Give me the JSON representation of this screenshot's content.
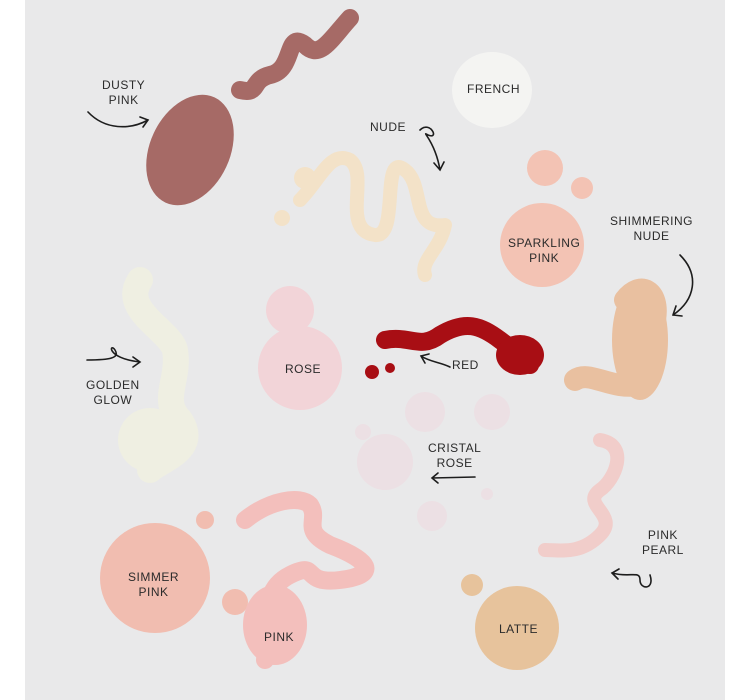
{
  "labels": {
    "dusty_pink": "DUSTY\nPINK",
    "french": "FRENCH",
    "nude": "NUDE",
    "sparkling_pink": "SPARKLING\nPINK",
    "shimmering_nude": "SHIMMERING\nNUDE",
    "golden_glow": "GOLDEN\nGLOW",
    "rose": "ROSE",
    "red": "RED",
    "cristal_rose": "CRISTAL\nROSE",
    "pink_pearl": "PINK\nPEARL",
    "simmer_pink": "SIMMER\nPINK",
    "pink": "PINK",
    "latte": "LATTE"
  },
  "colors": {
    "background": "#e9e9ea",
    "dusty_pink": "#a66a66",
    "french": "#f4f4f2",
    "nude": "#f3e2c8",
    "sparkling_pink": "#f3c3b4",
    "shimmering_nude": "#e9c0a0",
    "golden_glow": "#efefe2",
    "rose": "#f2d4d8",
    "red": "#a80e14",
    "cristal_rose": "#ece0e4",
    "pink_pearl": "#f1cdca",
    "simmer_pink": "#f1bdb0",
    "pink": "#f3bfbc",
    "latte": "#e7c39c",
    "arrow": "#1d1d1d"
  }
}
